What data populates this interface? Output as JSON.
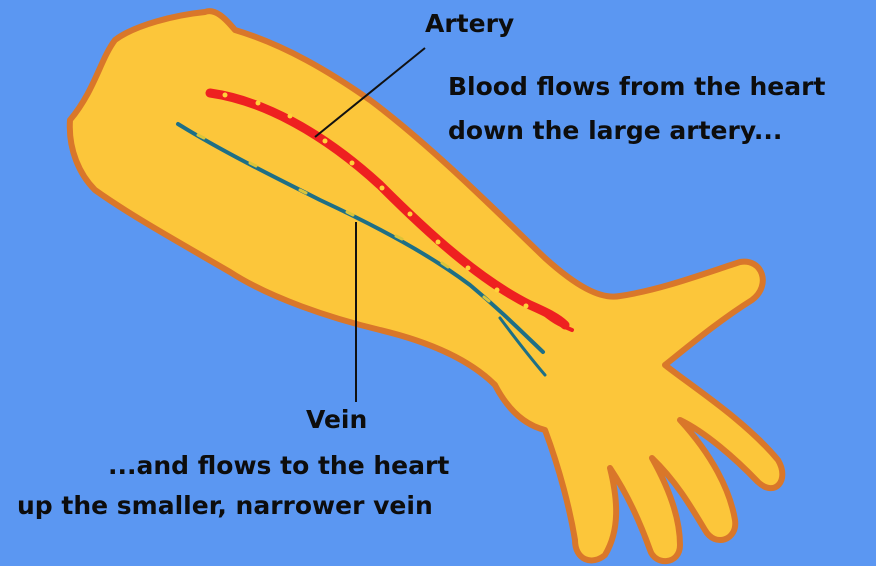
{
  "labels": {
    "artery": "Artery",
    "artery_caption_line1": "Blood flows from the heart",
    "artery_caption_line2": "down the large artery...",
    "vein": "Vein",
    "vein_caption_line1": "...and flows to the heart",
    "vein_caption_line2": "up the smaller, narrower vein"
  },
  "colors": {
    "background": "#5b97f2",
    "arm_fill": "#fcc63a",
    "arm_outline": "#d9772a",
    "artery": "#ee2020",
    "artery_dots": "#ffd23a",
    "vein": "#1e6f86",
    "vein_dashes": "#d9c43a",
    "pointer_line": "#111111",
    "text": "#0d0d0d"
  }
}
